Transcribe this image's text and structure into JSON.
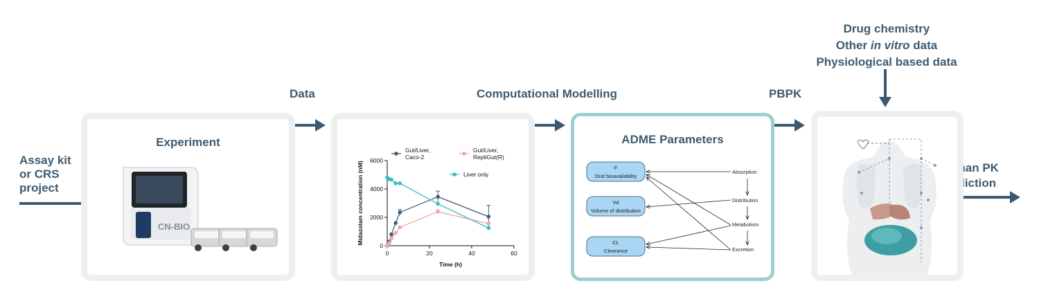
{
  "input": {
    "line1": "Assay kit",
    "line2": "or CRS",
    "line3": "project"
  },
  "labels": {
    "data": "Data",
    "modelling": "Computational Modelling",
    "pbpk": "PBPK"
  },
  "top_inputs": {
    "line1": "Drug chemistry",
    "line2_pre": "Other ",
    "line2_em": "in vitro",
    "line2_post": " data",
    "line3": "Physiological based data"
  },
  "experiment": {
    "title": "Experiment",
    "device_brand": "CN-BIO"
  },
  "adme": {
    "title": "ADME Parameters",
    "params": [
      {
        "symbol": "F",
        "name": "Oral bioavailability"
      },
      {
        "symbol": "Vd",
        "name": "Volume of distribution"
      },
      {
        "symbol": "CL",
        "name": "Clearance"
      }
    ],
    "processes": [
      "Absorption",
      "Distribution",
      "Metabolism",
      "Excretion"
    ]
  },
  "output": {
    "line1": "Human PK",
    "line2": "prediction"
  },
  "chart_data": {
    "type": "line",
    "xlabel": "Time (h)",
    "ylabel": "Midazolam concentration (nM)",
    "xlim": [
      0,
      60
    ],
    "ylim": [
      0,
      6000
    ],
    "xticks": [
      0,
      20,
      40,
      60
    ],
    "yticks": [
      0,
      2000,
      4000,
      6000
    ],
    "legend_placement": "top",
    "series": [
      {
        "name_parts": [
          "Gut/Liver,",
          "Caco-2"
        ],
        "color": "#3f5f7a",
        "x": [
          0,
          1,
          2,
          4,
          6,
          24,
          48
        ],
        "y": [
          0,
          300,
          800,
          1600,
          2350,
          3450,
          2050
        ],
        "err": [
          0,
          0,
          0,
          0,
          200,
          400,
          800
        ]
      },
      {
        "name_parts": [
          "Gut/Liver,",
          "RepliGut(R)"
        ],
        "color": "#f4a5a5",
        "x": [
          0,
          1,
          2,
          4,
          6,
          24,
          48
        ],
        "y": [
          0,
          200,
          500,
          900,
          1300,
          2400,
          1550
        ],
        "err": [
          0,
          0,
          0,
          0,
          0,
          150,
          100
        ]
      },
      {
        "name_parts": [
          "Liver only"
        ],
        "color": "#3bbcc0",
        "x": [
          0,
          1,
          2,
          4,
          6,
          24,
          48
        ],
        "y": [
          4800,
          4700,
          4650,
          4400,
          4400,
          2950,
          1250
        ],
        "err": [
          0,
          0,
          0,
          0,
          0,
          0,
          0
        ]
      }
    ]
  },
  "colors": {
    "text": "#3d5a70",
    "arrow": "#3d5a70",
    "panel_border": "#eef0ef",
    "adme_border": "#9bcfd1",
    "param_fill": "#a9d6f3"
  }
}
